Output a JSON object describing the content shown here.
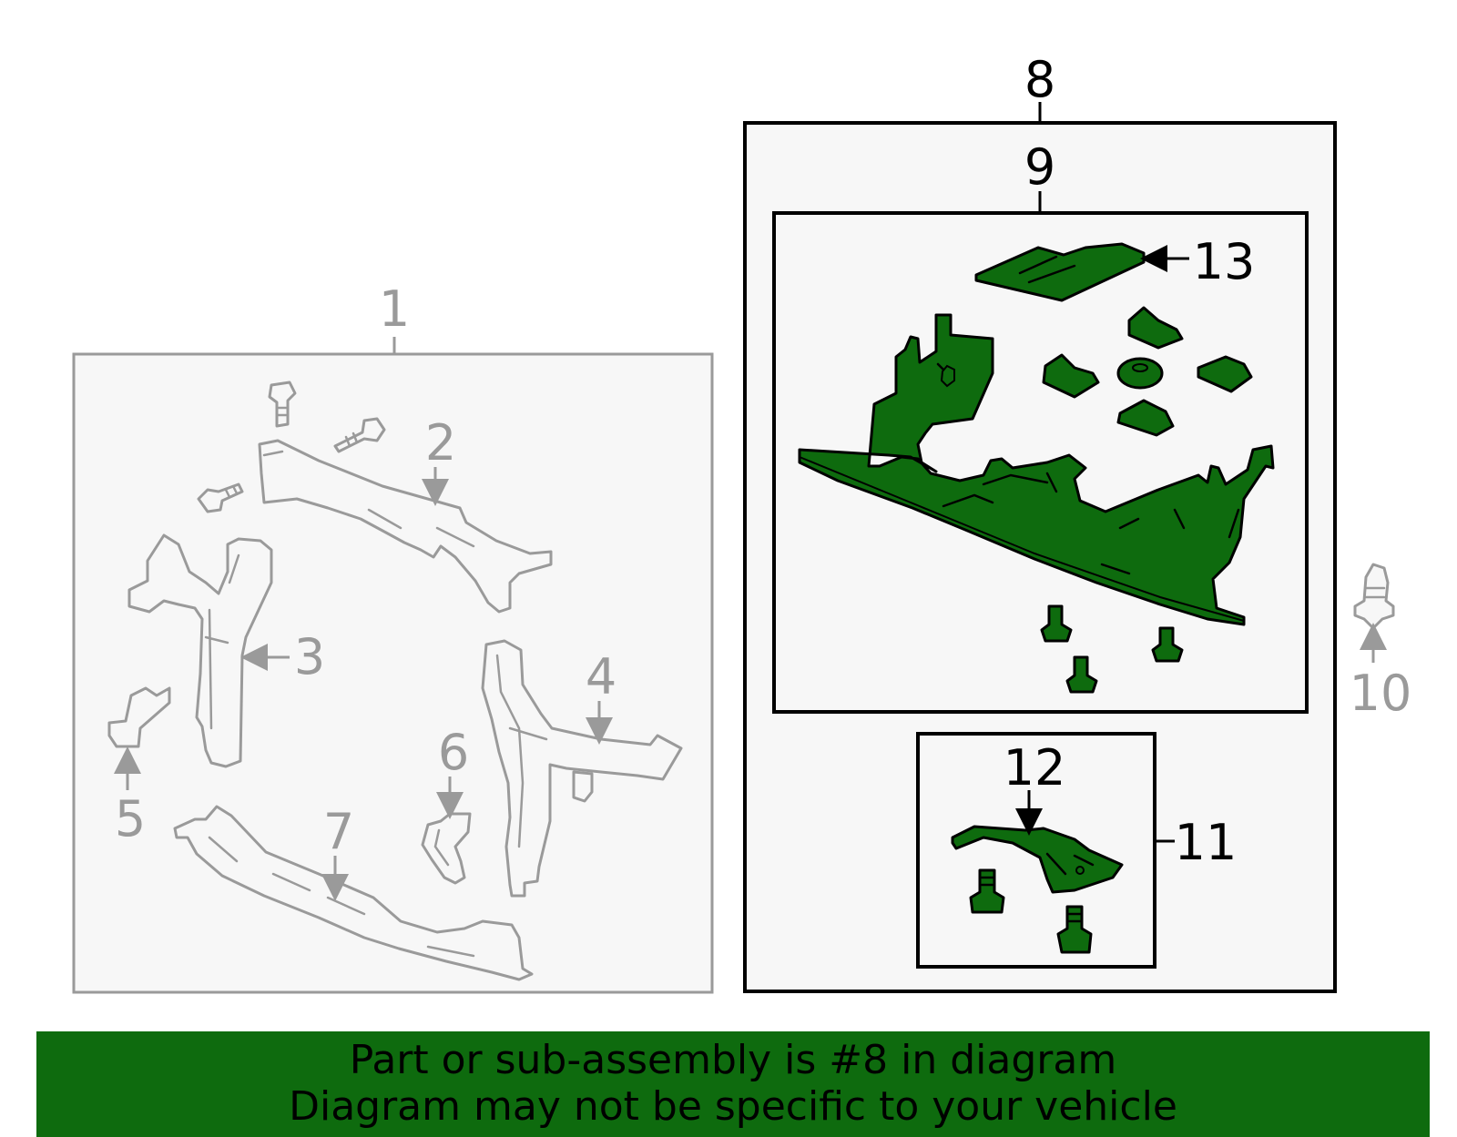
{
  "colors": {
    "highlight": "#0e6b0e",
    "muted_part": "#9a9a9a",
    "box_fill": "#f7f7f7"
  },
  "callouts": {
    "c1": "1",
    "c2": "2",
    "c3": "3",
    "c4": "4",
    "c5": "5",
    "c6": "6",
    "c7": "7",
    "c8": "8",
    "c9": "9",
    "c10": "10",
    "c11": "11",
    "c12": "12",
    "c13": "13"
  },
  "banner": {
    "line1": "Part or sub-assembly is #8 in diagram",
    "line2": "Diagram may not be specific to your vehicle"
  }
}
